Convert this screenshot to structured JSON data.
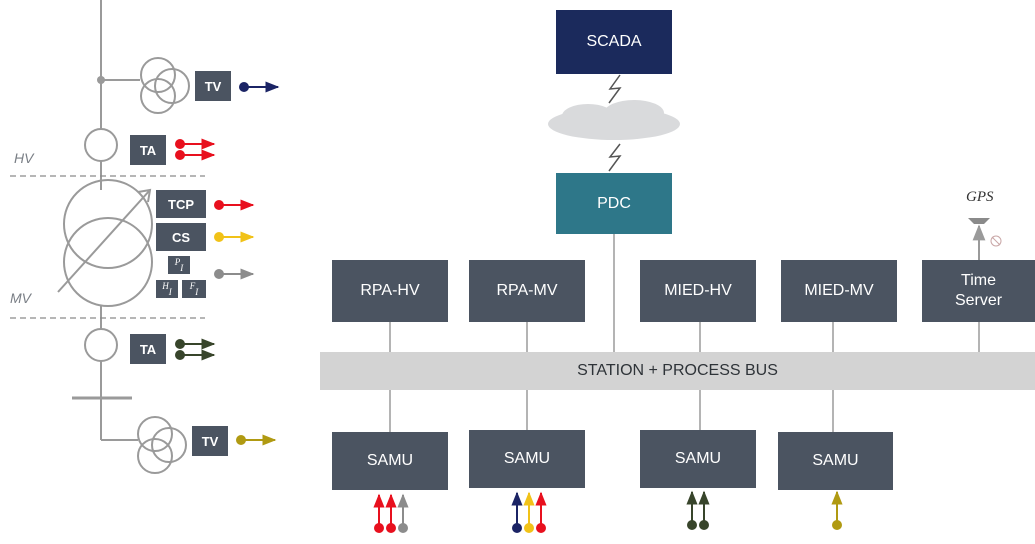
{
  "colors": {
    "scada": "#1b2a5c",
    "pdc": "#2e7789",
    "device": "#4b5461",
    "bus": "#d3d3d3",
    "red": "#e8101e",
    "yellow": "#f1c218",
    "gray": "#8c8c8c",
    "navy": "#1b2465",
    "darkgreen": "#38452b",
    "olive": "#b09a12"
  },
  "nodes": {
    "scada": "SCADA",
    "pdc": "PDC",
    "rpa_hv": "RPA-HV",
    "rpa_mv": "RPA-MV",
    "mied_hv": "MIED-HV",
    "mied_mv": "MIED-MV",
    "time_server": "Time\nServer",
    "gps": "GPS",
    "bus": "STATION + PROCESS BUS",
    "samu": [
      "SAMU",
      "SAMU",
      "SAMU",
      "SAMU"
    ]
  },
  "single_line": {
    "hv": "HV",
    "mv": "MV",
    "tv_top": "TV",
    "ta_top": "TA",
    "tcp": "TCP",
    "cs": "CS",
    "p_i": "P",
    "p_i_sub": "I",
    "h_i": "H",
    "h_i_sub": "I",
    "f_i": "F",
    "f_i_sub": "I",
    "ta_bottom": "TA",
    "tv_bottom": "TV"
  }
}
